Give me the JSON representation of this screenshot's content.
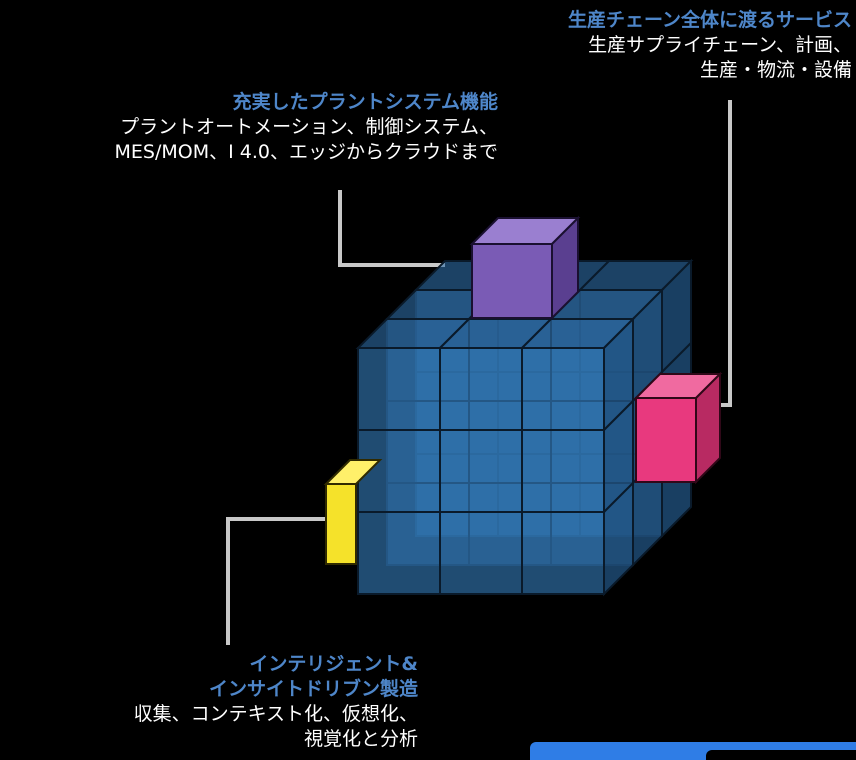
{
  "labels": {
    "supply_chain": {
      "title": "生産チェーン全体に渡るサービス",
      "line1": "生産サプライチェーン、計画、",
      "line2": "生産・物流・設備"
    },
    "plant_system": {
      "title": "充実したプラントシステム機能",
      "line1": "プラントオートメーション、制御システム、",
      "line2": "MES/MOM、I 4.0、エッジからクラウドまで"
    },
    "intelligent": {
      "title1": "インテリジェント&",
      "title2": "インサイトドリブン製造",
      "line1": "収集、コンテキスト化、仮想化、",
      "line2": "視覚化と分析"
    }
  },
  "colors": {
    "cube_blue": "#3a8ad0",
    "purple": "#7a5bb5",
    "pink": "#e8397e",
    "yellow": "#f5e22a",
    "title_blue": "#4e86c9",
    "bar_blue": "#2f7de6"
  }
}
